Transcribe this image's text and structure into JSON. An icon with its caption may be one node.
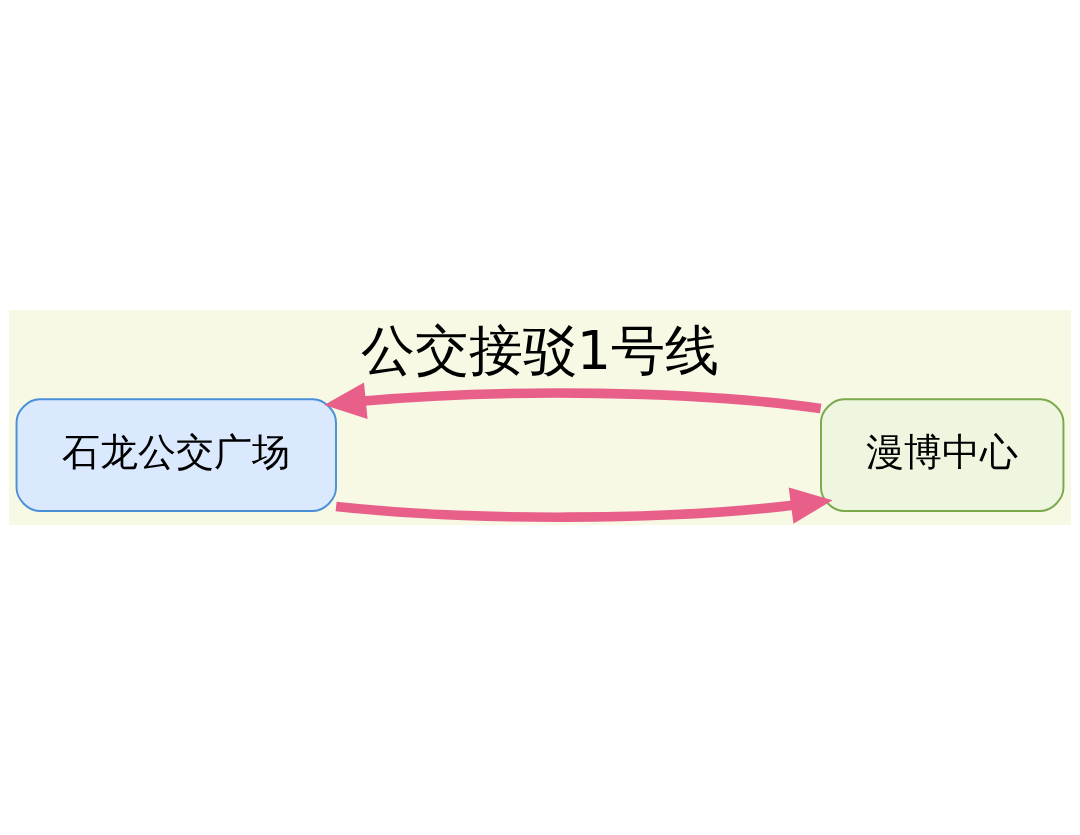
{
  "diagram": {
    "title": "公交接驳1号线",
    "nodes": [
      {
        "text": [
          "石龙公交广场"
        ]
      },
      {
        "text": [
          "漫博中心"
        ]
      }
    ],
    "edges": [
      {
        "from": 0,
        "to": 1,
        "arrow": "to"
      },
      {
        "from": 1,
        "to": 0,
        "arrow": "to"
      }
    ]
  }
}
